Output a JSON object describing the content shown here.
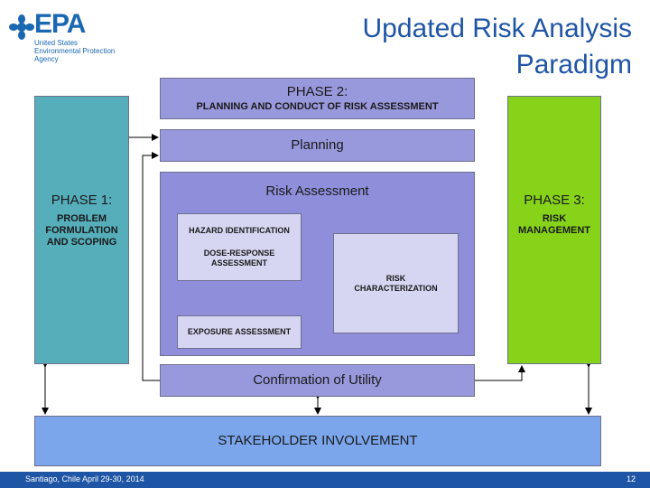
{
  "header": {
    "logo_word": "EPA",
    "logo_lines": [
      "United States",
      "Environmental Protection",
      "Agency"
    ],
    "title_line1": "Updated Risk Analysis",
    "title_line2": "Paradigm"
  },
  "diagram": {
    "phase1": {
      "heading": "PHASE 1:",
      "sub1": "PROBLEM",
      "sub2": "FORMULATION",
      "sub3": "AND SCOPING"
    },
    "phase2": {
      "heading": "PHASE 2:",
      "sub": "PLANNING AND CONDUCT OF RISK ASSESSMENT"
    },
    "phase3": {
      "heading": "PHASE 3:",
      "sub1": "RISK",
      "sub2": "MANAGEMENT"
    },
    "planning": "Planning",
    "risk_assessment": "Risk Assessment",
    "hazard_identification": "HAZARD IDENTIFICATION",
    "dose_response1": "DOSE-RESPONSE",
    "dose_response2": "ASSESSMENT",
    "exposure_assessment": "EXPOSURE ASSESSMENT",
    "risk_char1": "RISK",
    "risk_char2": "CHARACTERIZATION",
    "confirmation": "Confirmation of Utility",
    "stakeholder": "STAKEHOLDER INVOLVEMENT"
  },
  "footer": {
    "left": "Santiago, Chile April 29-30, 2014",
    "page": "12"
  },
  "colors": {
    "brand_blue": "#1f55a5",
    "phase1": "#56aebb",
    "phase3": "#86d31a",
    "purple": "#9898dc",
    "light_purple": "#d6d6f2",
    "stakeholder": "#7ba6ec"
  }
}
